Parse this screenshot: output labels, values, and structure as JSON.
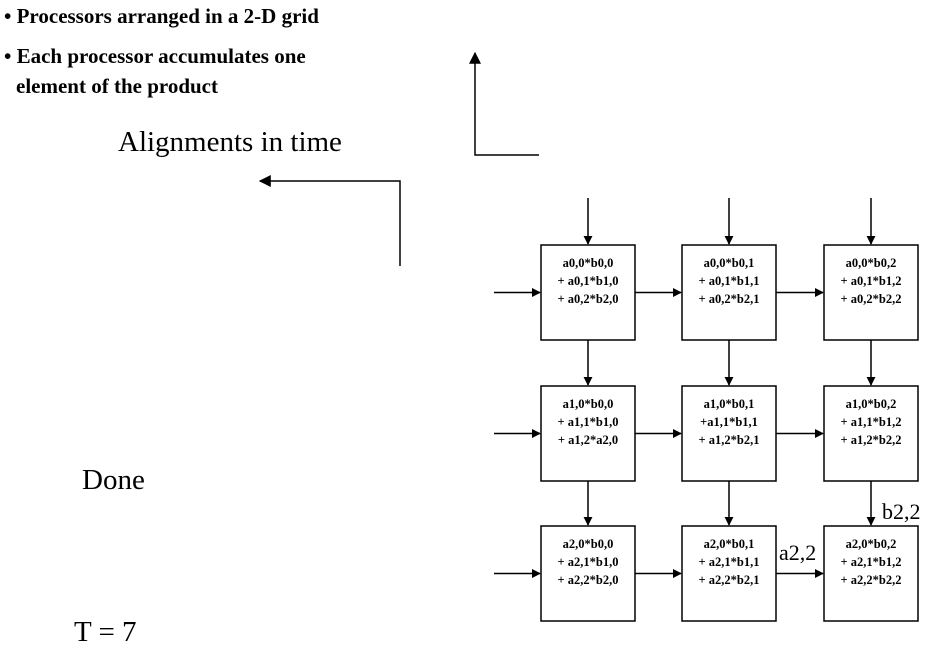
{
  "bullets": [
    "• Processors arranged in a 2-D grid",
    "• Each processor accumulates one",
    "element of the product"
  ],
  "title": "Alignments in time",
  "status": "Done",
  "time_label": "T = 7",
  "grid": {
    "cells": [
      [
        "a0,0*b0,0",
        "+ a0,1*b1,0",
        "+ a0,2*b2,0"
      ],
      [
        "a0,0*b0,1",
        "+ a0,1*b1,1",
        "+ a0,2*b2,1"
      ],
      [
        "a0,0*b0,2",
        "+ a0,1*b1,2",
        "+ a0,2*b2,2"
      ],
      [
        "a1,0*b0,0",
        "+ a1,1*b1,0",
        "+ a1,2*a2,0"
      ],
      [
        "a1,0*b0,1",
        "+a1,1*b1,1",
        "+ a1,2*b2,1"
      ],
      [
        "a1,0*b0,2",
        "+ a1,1*b1,2",
        "+ a1,2*b2,2"
      ],
      [
        "a2,0*b0,0",
        "+ a2,1*b1,0",
        "+ a2,2*b2,0"
      ],
      [
        "a2,0*b0,1",
        "+ a2,1*b1,1",
        "+ a2,2*b2,1"
      ],
      [
        "a2,0*b0,2",
        "+ a2,1*b1,2",
        "+ a2,2*b2,2"
      ]
    ]
  },
  "flow_labels": {
    "a_input": "a2,2",
    "b_input": "b2,2"
  }
}
